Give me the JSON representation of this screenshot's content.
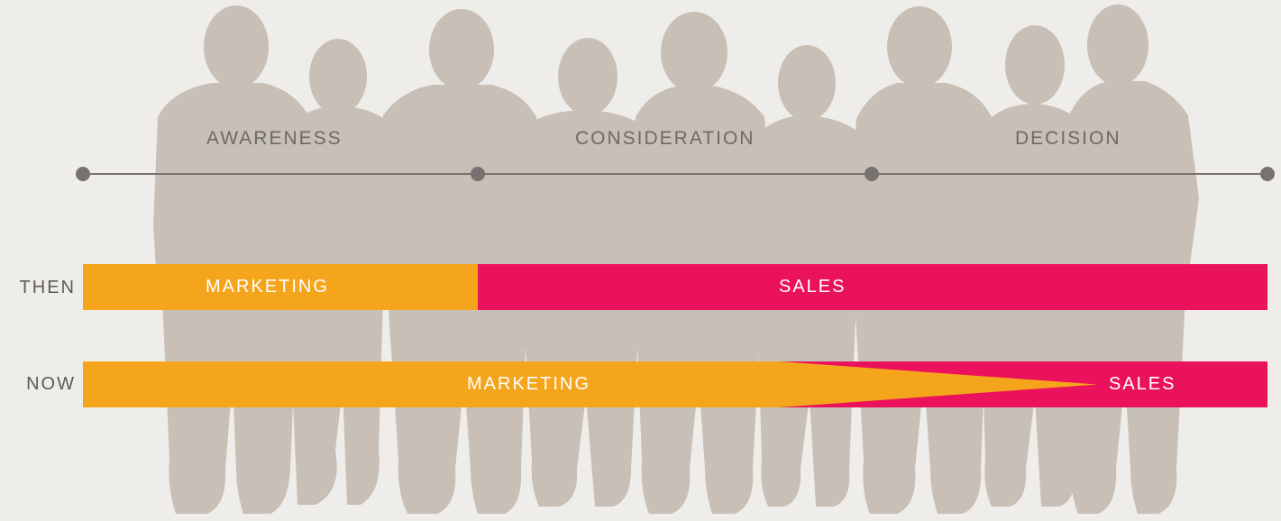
{
  "stages": {
    "awareness": "AWARENESS",
    "consideration": "CONSIDERATION",
    "decision": "DECISION"
  },
  "rows": {
    "then": {
      "label": "THEN",
      "marketing_label": "MARKETING",
      "sales_label": "SALES"
    },
    "now": {
      "label": "NOW",
      "marketing_label": "MARKETING",
      "sales_label": "SALES"
    }
  },
  "colors": {
    "background": "#efedea",
    "silhouette": "#c8bfb6",
    "timeline": "#77726f",
    "marketing": "#f5a51c",
    "sales": "#ea125c"
  }
}
